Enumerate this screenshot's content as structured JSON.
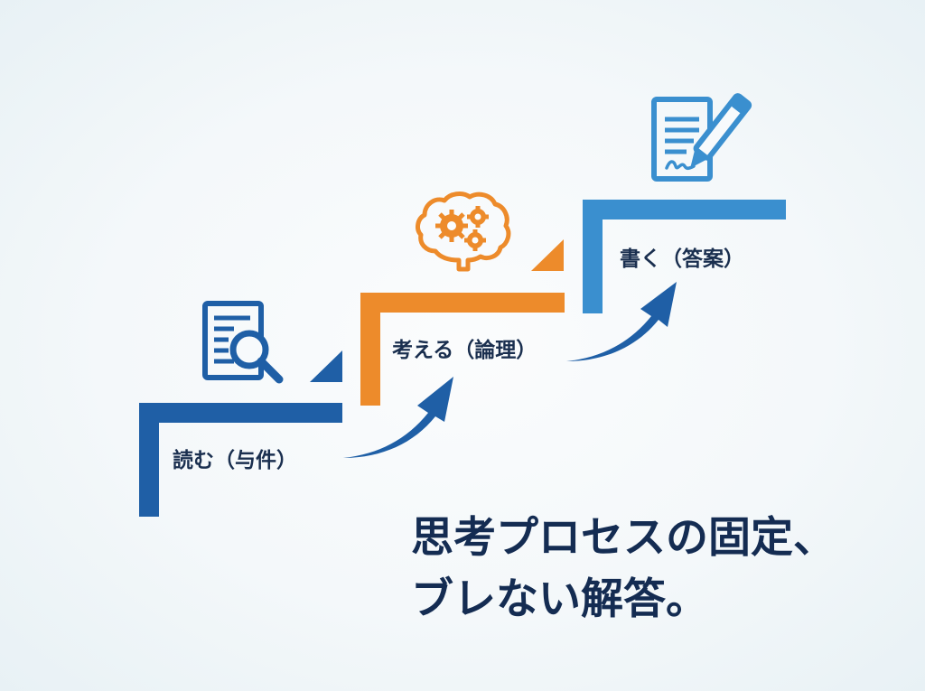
{
  "steps": [
    {
      "label": "読む（与件）",
      "icon": "document-search-icon",
      "color": "#1f5fa6"
    },
    {
      "label": "考える（論理）",
      "icon": "brain-gears-icon",
      "color": "#ed8b2b"
    },
    {
      "label": "書く（答案）",
      "icon": "document-pen-icon",
      "color": "#3a8fcf"
    }
  ],
  "arrows": [
    {
      "name": "arrow-read-to-think",
      "color": "#1f5fa6"
    },
    {
      "name": "arrow-think-to-write",
      "color": "#1f5fa6"
    }
  ],
  "heading": {
    "line1": "思考プロセスの固定、",
    "line2": "ブレない解答。",
    "color": "#142c52"
  },
  "colors": {
    "step1": "#1f5fa6",
    "step2": "#ed8b2b",
    "step3": "#3a8fcf",
    "text": "#1a2f4f",
    "background": "#f4f8fa"
  }
}
